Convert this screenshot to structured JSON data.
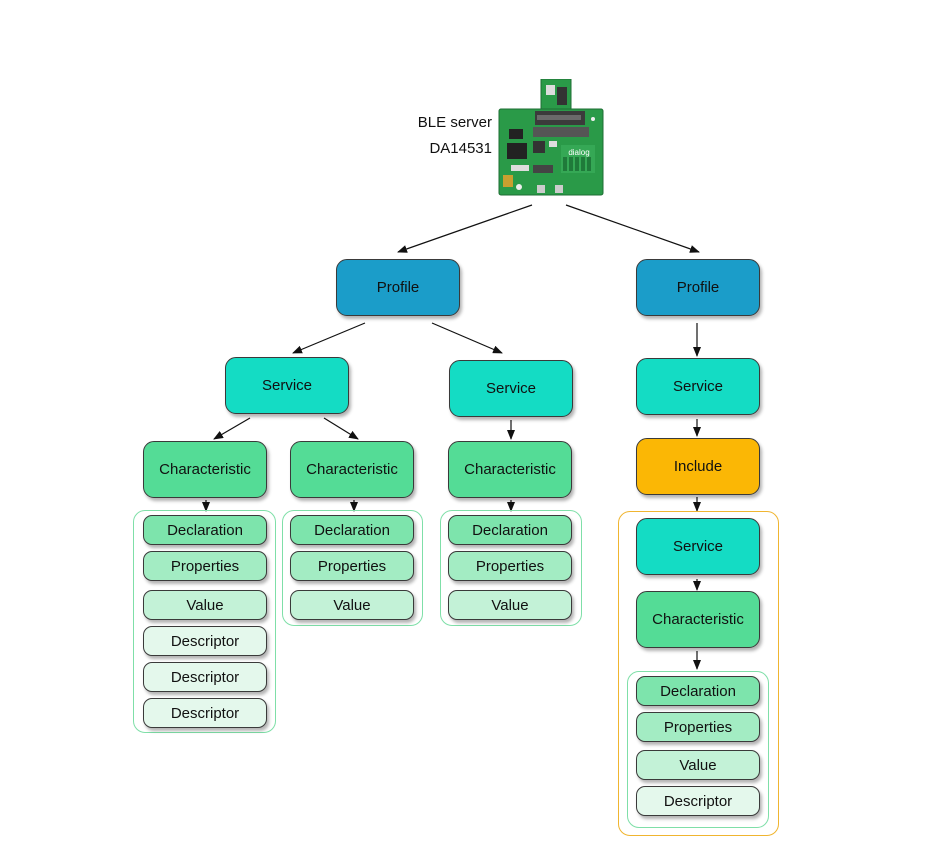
{
  "server": {
    "line1": "BLE server",
    "line2": "DA14531",
    "board_logo": "dialog"
  },
  "colors": {
    "profile": "#1b9dc9",
    "service": "#14dcc4",
    "characteristic": "#54dc96",
    "declaration": "#7de4ac",
    "properties": "#a3ecc3",
    "value": "#c3f2d7",
    "descriptor": "#e4f8ec",
    "include": "#fbb705",
    "group_green": "#7fdfa8",
    "group_orange": "#f0b530"
  },
  "tree": {
    "left": {
      "profile": "Profile",
      "service_a": {
        "label": "Service",
        "char_1": {
          "label": "Characteristic",
          "attrs": [
            "Declaration",
            "Properties",
            "Value",
            "Descriptor",
            "Descriptor",
            "Descriptor"
          ]
        },
        "char_2": {
          "label": "Characteristic",
          "attrs": [
            "Declaration",
            "Properties",
            "Value"
          ]
        }
      },
      "service_b": {
        "label": "Service",
        "char_1": {
          "label": "Characteristic",
          "attrs": [
            "Declaration",
            "Properties",
            "Value"
          ]
        }
      }
    },
    "right": {
      "profile": "Profile",
      "service": "Service",
      "include": "Include",
      "included_service": "Service",
      "characteristic": "Characteristic",
      "attrs": [
        "Declaration",
        "Properties",
        "Value",
        "Descriptor"
      ]
    }
  }
}
